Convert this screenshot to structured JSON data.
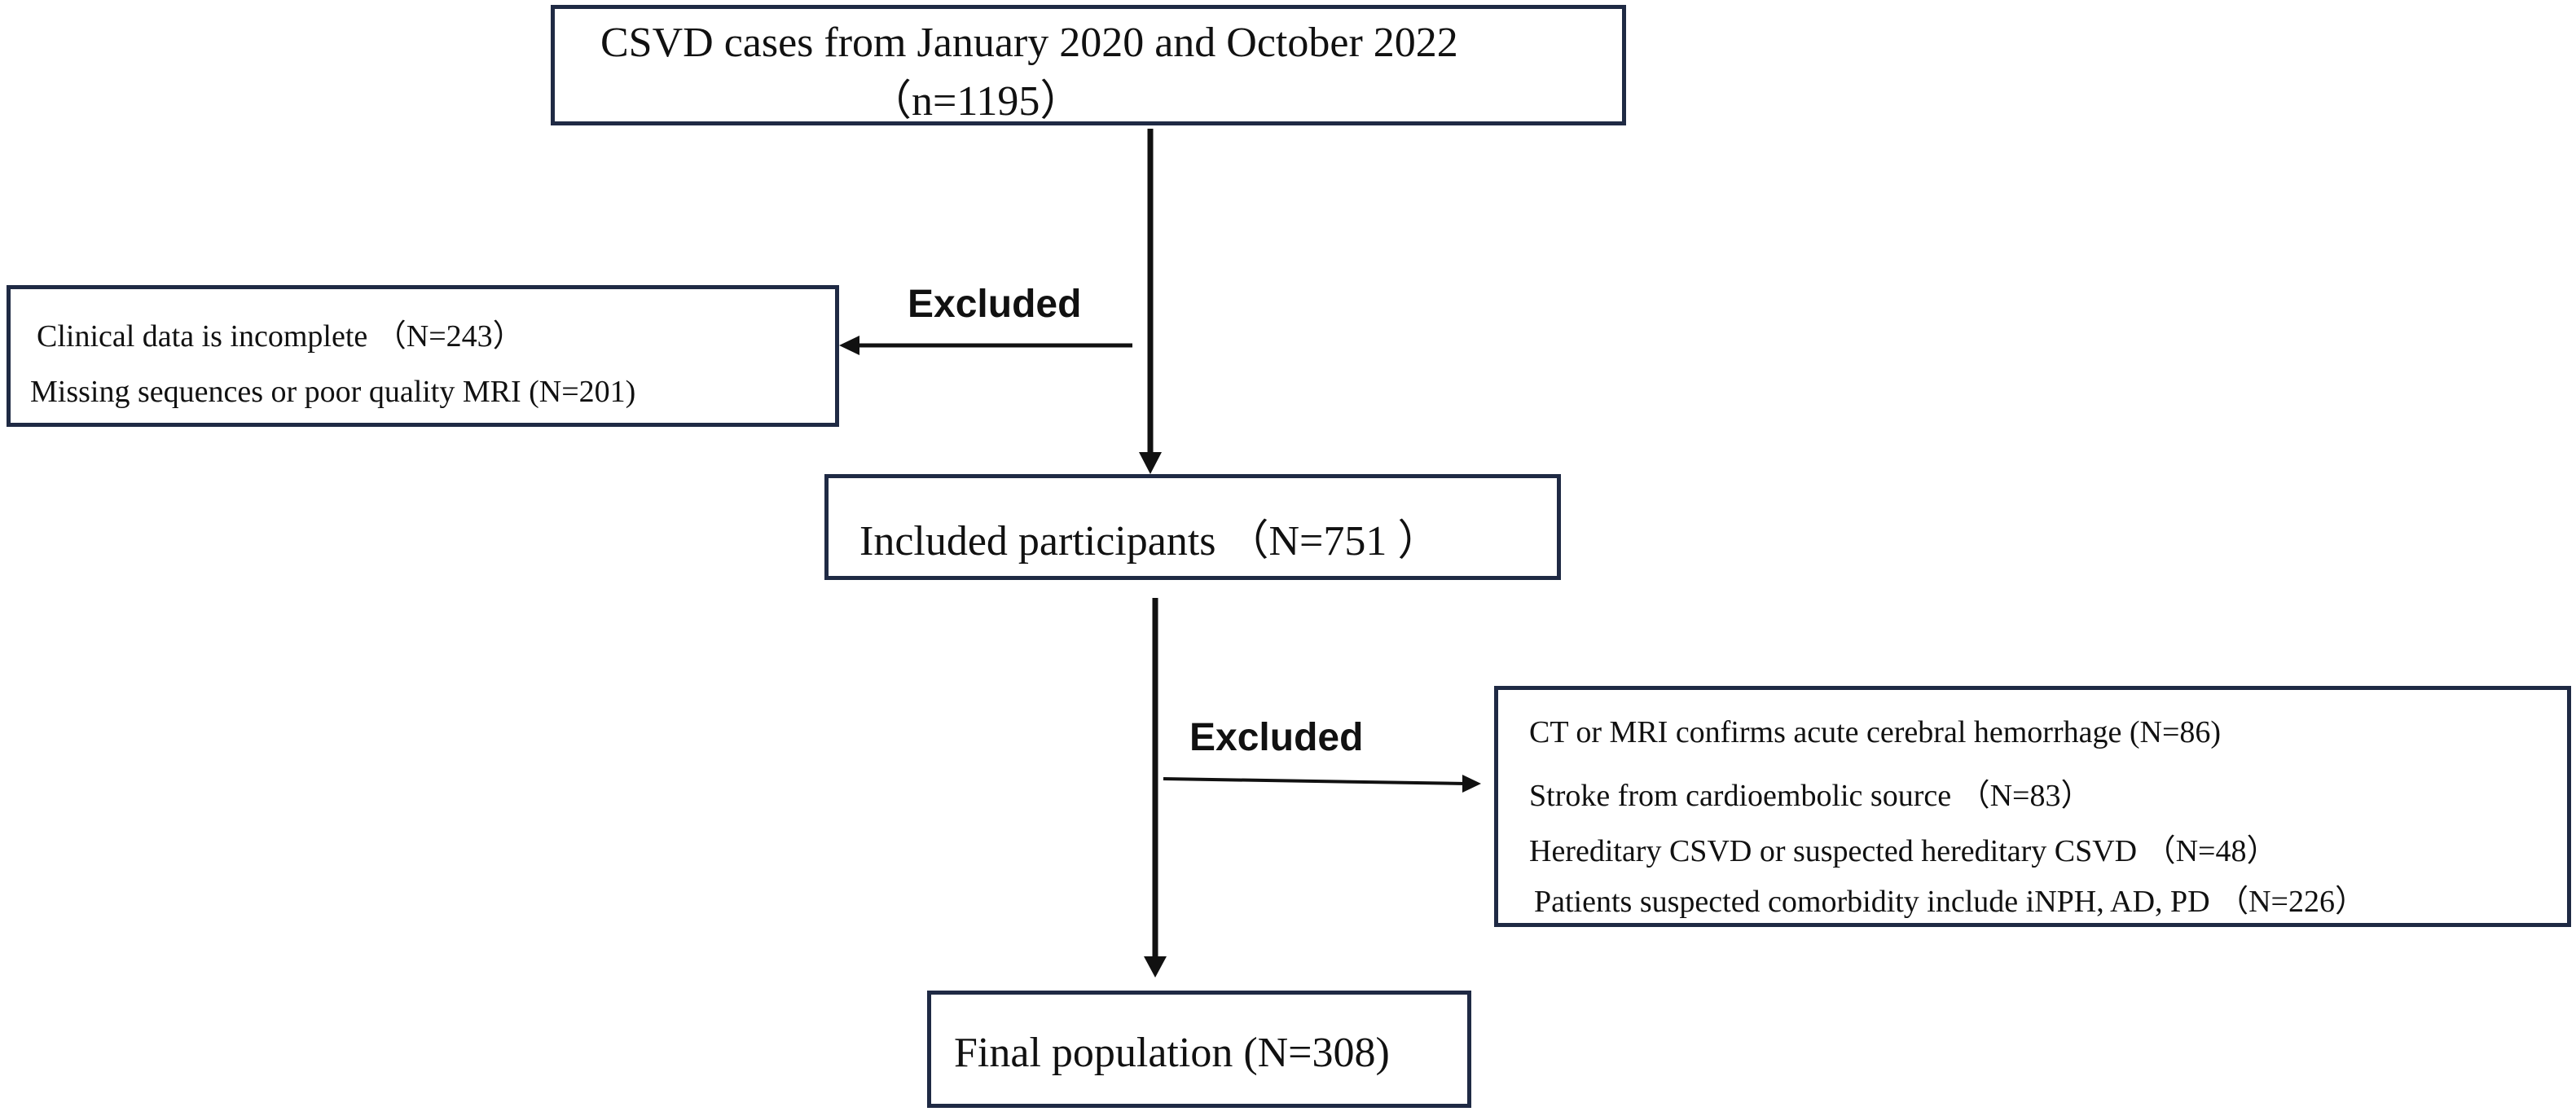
{
  "flowchart": {
    "start_box": {
      "line1": "CSVD cases from January 2020 and October 2022",
      "line2": "（n=1195）"
    },
    "exclusion_1": {
      "label": "Excluded",
      "items": [
        "Clinical data is incomplete （N=243）",
        "Missing sequences or poor quality MRI (N=201)"
      ]
    },
    "included_box": {
      "text": "Included participants （N=751 ）"
    },
    "exclusion_2": {
      "label": "Excluded",
      "items": [
        "CT or MRI confirms acute cerebral hemorrhage (N=86)",
        "Stroke from cardioembolic source （N=83）",
        "Hereditary CSVD or suspected hereditary CSVD （N=48）",
        "Patients  suspected comorbidity include iNPH, AD, PD （N=226）"
      ]
    },
    "final_box": {
      "text": "Final population (N=308)"
    }
  }
}
